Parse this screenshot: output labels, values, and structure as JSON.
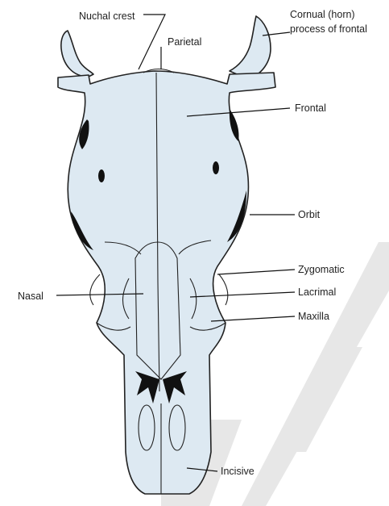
{
  "colors": {
    "bone_fill": "#dde9f2",
    "outline": "#222222",
    "background": "#ffffff",
    "watermark": "#e7e7e7"
  },
  "labels": {
    "nuchal_crest": "Nuchal crest",
    "parietal": "Parietal",
    "cornual_line1": "Cornual (horn)",
    "cornual_line2": "process of frontal",
    "frontal": "Frontal",
    "orbit": "Orbit",
    "zygomatic": "Zygomatic",
    "nasal": "Nasal",
    "lacrimal": "Lacrimal",
    "maxilla": "Maxilla",
    "incisive": "Incisive"
  },
  "watermark": {
    "logo": "ma"
  }
}
